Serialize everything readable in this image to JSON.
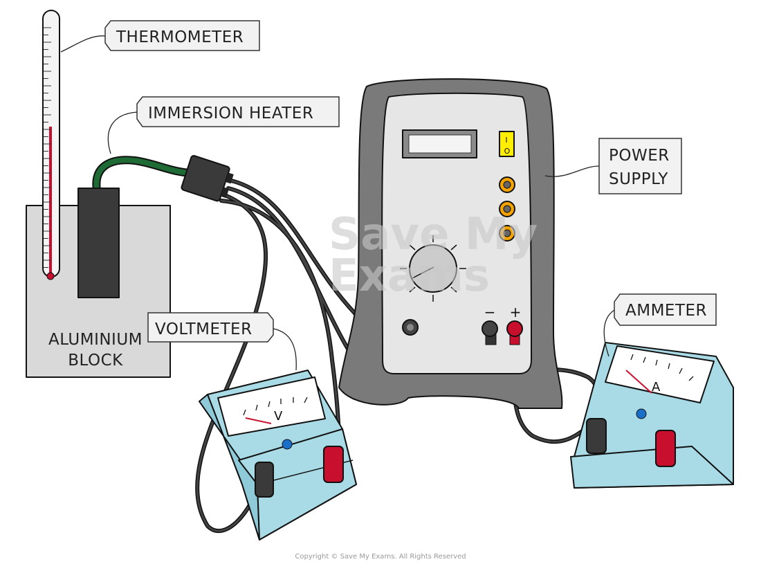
{
  "labels": {
    "thermometer": "THERMOMETER",
    "immersion_heater": "IMMERSION  HEATER",
    "power_supply_line1": "POWER",
    "power_supply_line2": "SUPPLY",
    "aluminium_line1": "ALUMINIUM",
    "aluminium_line2": "BLOCK",
    "voltmeter": "VOLTMETER",
    "ammeter": "AMMETER"
  },
  "meters": {
    "voltmeter_symbol": "V",
    "ammeter_symbol": "A"
  },
  "power_supply": {
    "switch_on": "I",
    "switch_off": "O",
    "negative": "−",
    "positive": "+"
  },
  "watermark": {
    "line1": "Save My",
    "line2": "Exams"
  },
  "copyright": "Copyright © Save My Exams. All Rights Reserved",
  "colors": {
    "heater_cable": "#1f6b35",
    "meter_body": "#a9dbe6",
    "terminal_red": "#c8102e",
    "terminal_orange": "#f5a300",
    "switch_yellow": "#ffee00",
    "supply_body": "#7a7a7a",
    "supply_panel": "#e6e6e6",
    "block": "#d9d9d9"
  }
}
